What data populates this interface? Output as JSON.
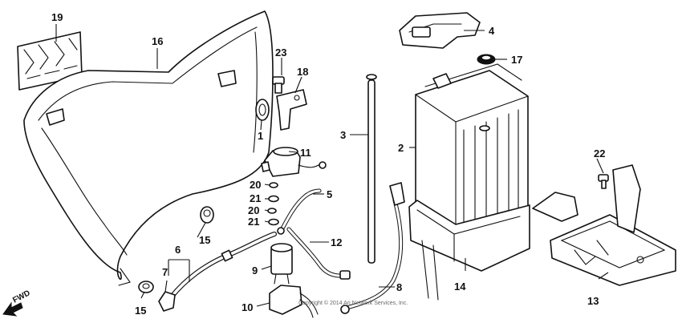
{
  "callouts": {
    "c1": "1",
    "c2": "2",
    "c3": "3",
    "c4": "4",
    "c5": "5",
    "c6": "6",
    "c7": "7",
    "c8": "8",
    "c9": "9",
    "c10": "10",
    "c11": "11",
    "c12": "12",
    "c13": "13",
    "c14": "14",
    "c15a": "15",
    "c15b": "15",
    "c16": "16",
    "c17": "17",
    "c18": "18",
    "c19": "19",
    "c20a": "20",
    "c20b": "20",
    "c21a": "21",
    "c21b": "21",
    "c22": "22",
    "c23": "23"
  },
  "direction_label": "FWD",
  "copyright": "Copyright © 2014 Ari Network Services, Inc."
}
